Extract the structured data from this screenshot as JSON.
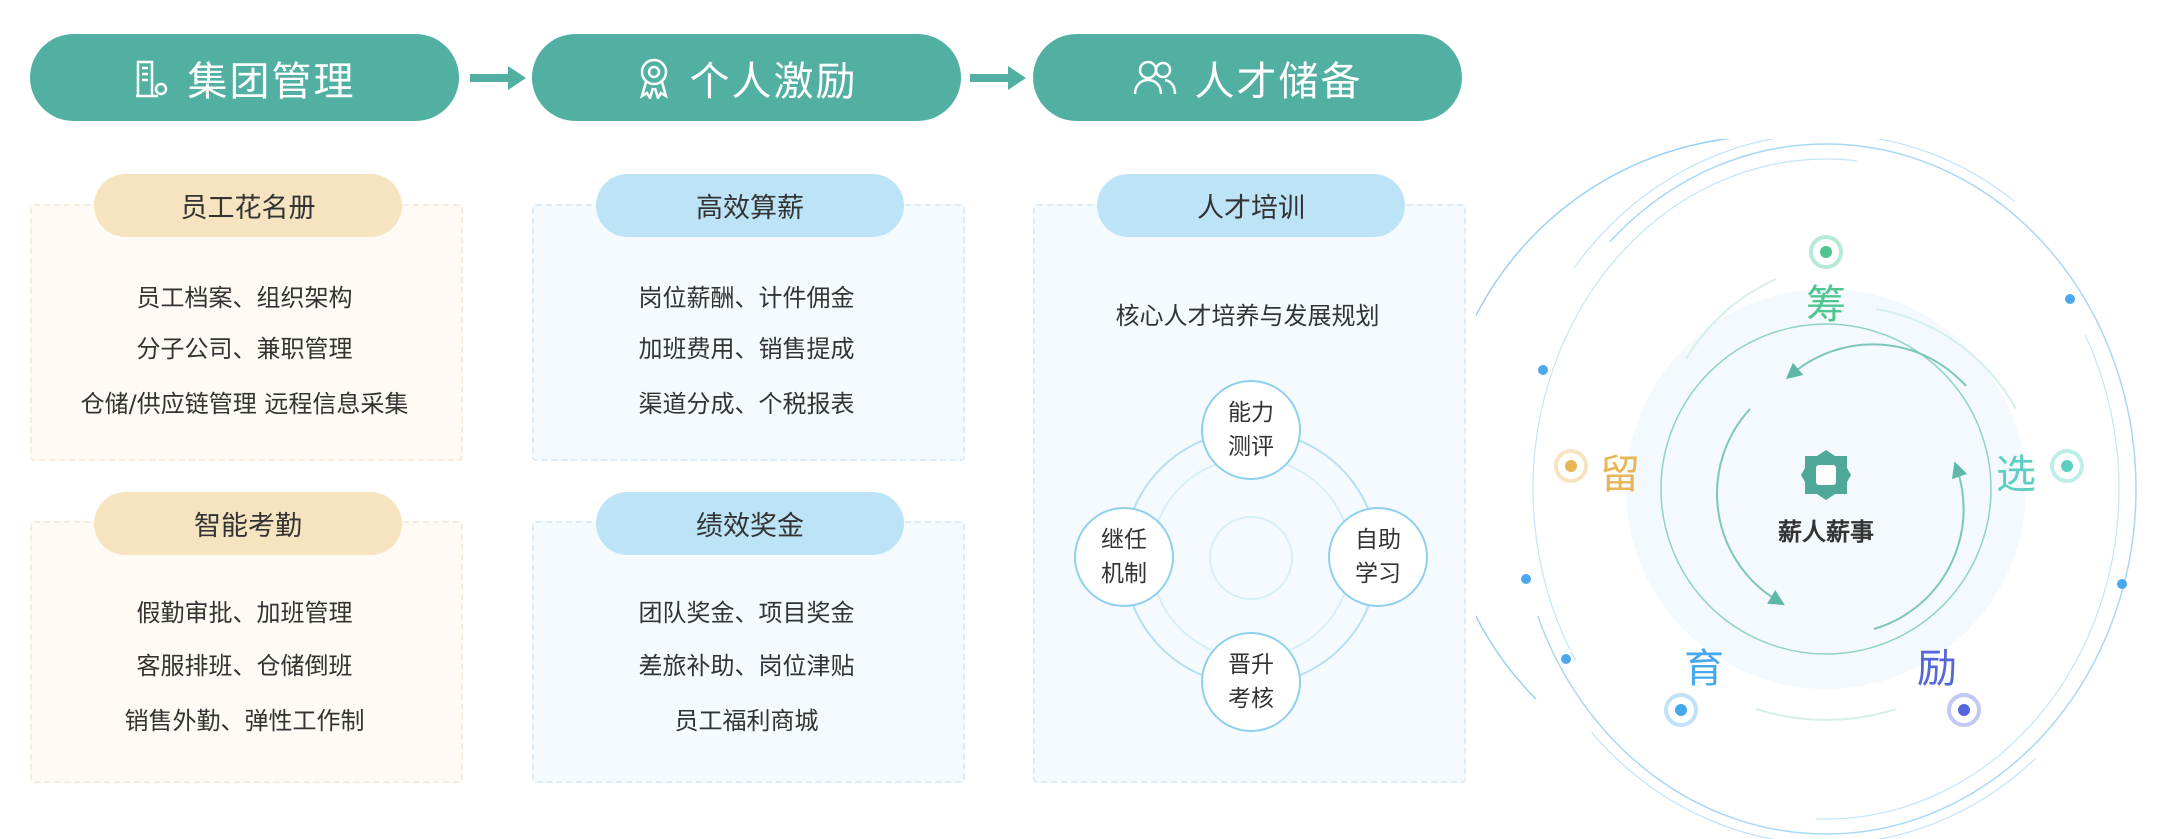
{
  "flow": [
    {
      "title": "集团管理",
      "icon": "building-gear-icon"
    },
    {
      "title": "个人激励",
      "icon": "award-icon"
    },
    {
      "title": "人才储备",
      "icon": "users-icon"
    }
  ],
  "col1": {
    "card1": {
      "tag": "员工花名册",
      "lines": [
        "员工档案、组织架构",
        "分子公司、兼职管理",
        "仓储/供应链管理 远程信息采集"
      ]
    },
    "card2": {
      "tag": "智能考勤",
      "lines": [
        "假勤审批、加班管理",
        "客服排班、仓储倒班",
        "销售外勤、弹性工作制"
      ]
    }
  },
  "col2": {
    "card1": {
      "tag": "高效算薪",
      "lines": [
        "岗位薪酬、计件佣金",
        "加班费用、销售提成",
        "渠道分成、个税报表"
      ]
    },
    "card2": {
      "tag": "绩效奖金",
      "lines": [
        "团队奖金、项目奖金",
        "差旅补助、岗位津贴",
        "员工福利商城"
      ]
    }
  },
  "col3": {
    "tag": "人才培训",
    "subtitle": "核心人才培养与发展规划",
    "nodes": {
      "top": [
        "能力",
        "测评"
      ],
      "left": [
        "继任",
        "机制"
      ],
      "right": [
        "自助",
        "学习"
      ],
      "bottom": [
        "晋升",
        "考核"
      ]
    }
  },
  "cycle": {
    "brand": "薪人薪事",
    "items": [
      {
        "label": "筹",
        "color": "#4fc68f"
      },
      {
        "label": "选",
        "color": "#5dcfc0"
      },
      {
        "label": "励",
        "color": "#5566dd"
      },
      {
        "label": "育",
        "color": "#45a8ee"
      },
      {
        "label": "留",
        "color": "#e8b456"
      }
    ]
  }
}
